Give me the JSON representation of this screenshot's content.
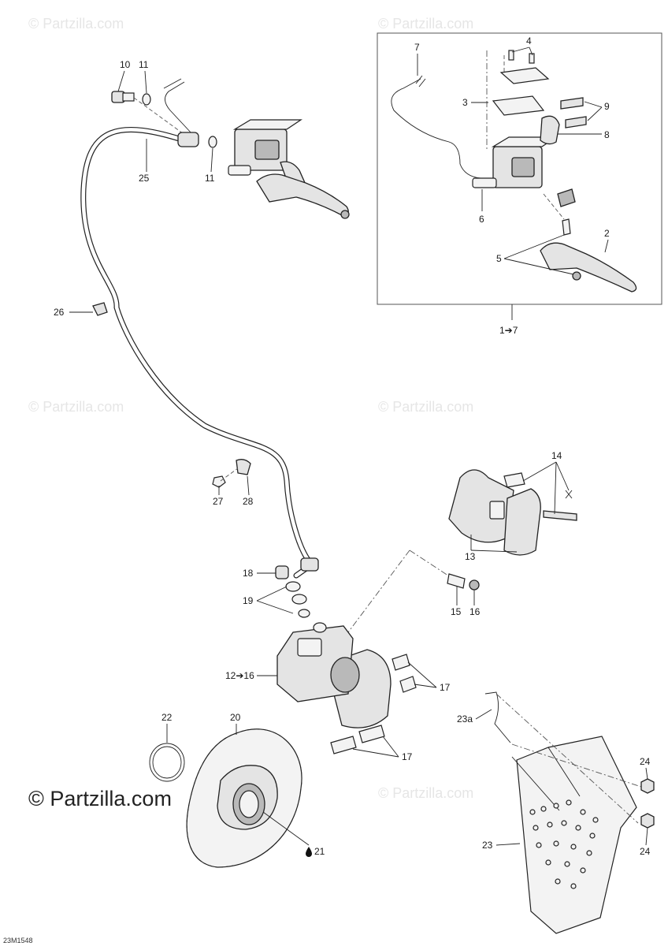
{
  "diagram": {
    "drawing_code": "23M1548",
    "watermark": "© Partzilla.com",
    "kit_label": "1➔7",
    "caliper_kit_label": "12➔16",
    "labels": {
      "l2": "2",
      "l3": "3",
      "l4": "4",
      "l5": "5",
      "l6": "6",
      "l7": "7",
      "l8": "8",
      "l9": "9",
      "l10": "10",
      "l11a": "11",
      "l11b": "11",
      "l13": "13",
      "l14": "14",
      "l15": "15",
      "l16": "16",
      "l17a": "17",
      "l17b": "17",
      "l18": "18",
      "l19": "19",
      "l20": "20",
      "l21": "21",
      "l22": "22",
      "l23": "23",
      "l23a": "23a",
      "l24a": "24",
      "l24b": "24",
      "l25": "25",
      "l26": "26",
      "l27": "27",
      "l28": "28"
    }
  }
}
